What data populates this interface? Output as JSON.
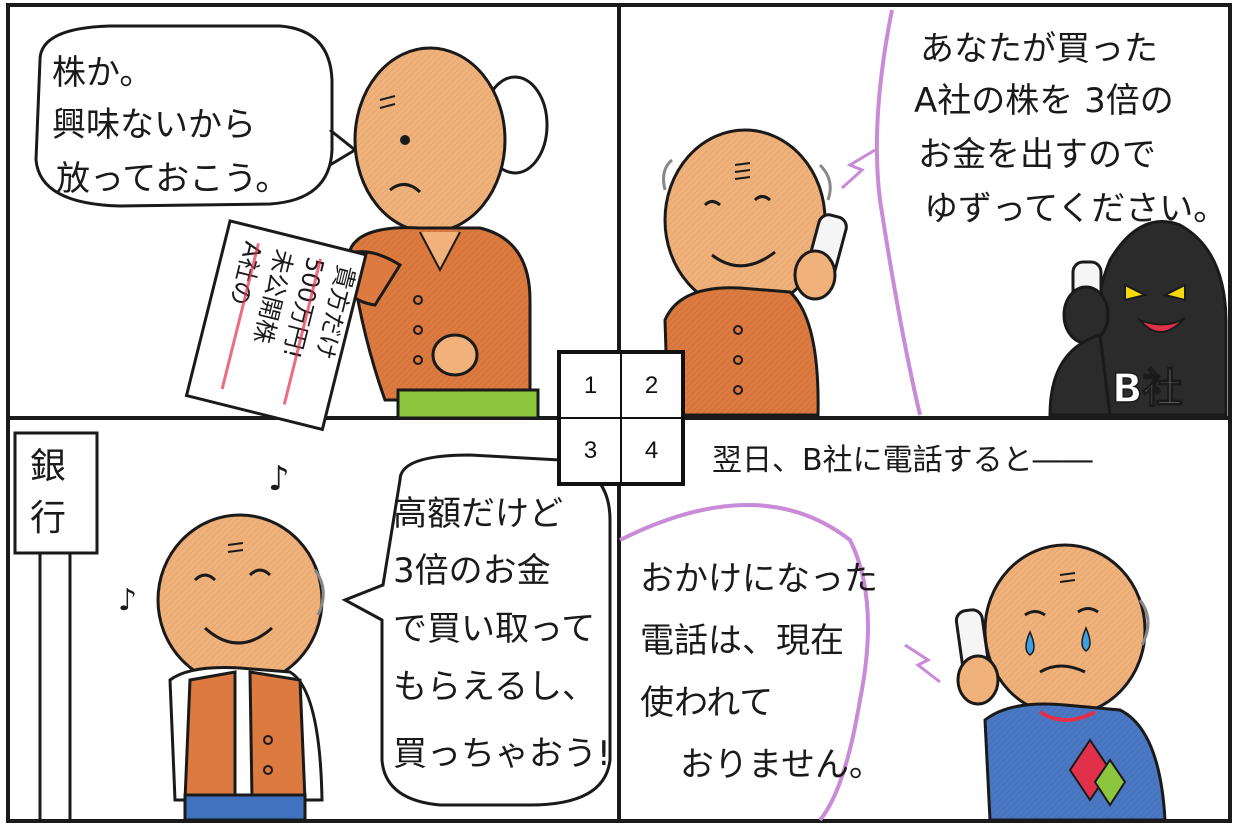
{
  "colors": {
    "frame": "#1a1a1a",
    "skin": "#f0b27a",
    "skin_shade": "#e09a5a",
    "sweater_orange": "#dd7a3f",
    "pants_green": "#8cc63f",
    "blue_sweater": "#4a78c4",
    "jeans": "#3f73c0",
    "phone_line": "#c98ad8",
    "b_company": "#2b2b2b",
    "eyes_yellow": "#f5d90a",
    "tongue": "#e0304a",
    "tear": "#3aa0e0"
  },
  "panels": [
    {
      "number": "1",
      "speech": [
        "株か。",
        "興味ないから",
        "放っておこう。"
      ],
      "flyer": [
        "A社の",
        "未公開株",
        "500万円!",
        "貴方だけ"
      ]
    },
    {
      "number": "2",
      "speech": [
        "あなたが買った",
        "A社の株を 3倍の",
        "お金を出すので",
        "ゆずってください。"
      ],
      "badge": "B社"
    },
    {
      "number": "3",
      "sign": [
        "銀",
        "行"
      ],
      "speech": [
        "高額だけど",
        "3倍のお金",
        "で買い取って",
        "もらえるし、",
        "買っちゃおう!"
      ]
    },
    {
      "number": "4",
      "narration": "翌日、B社に電話すると――",
      "speech": [
        "おかけになった",
        "電話は、現在",
        "使われて",
        "おりません。"
      ]
    }
  ],
  "index": [
    "1",
    "2",
    "3",
    "4"
  ]
}
